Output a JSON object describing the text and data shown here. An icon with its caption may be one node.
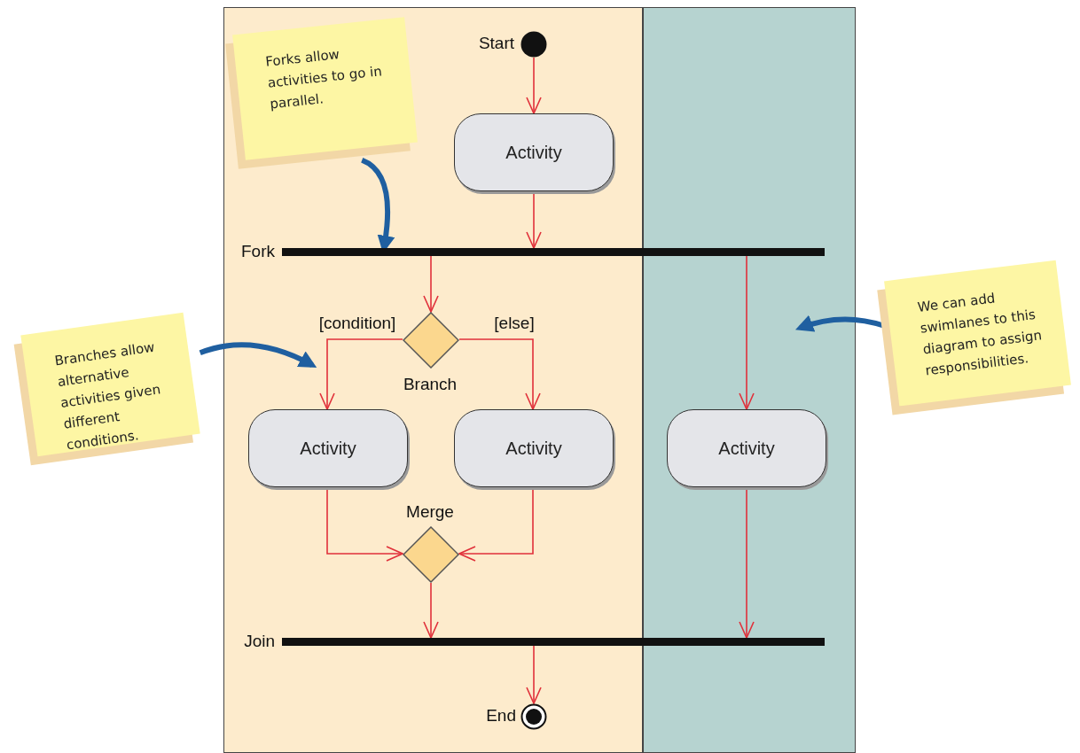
{
  "diagram": {
    "nodes": [
      {
        "text": [],
        "shape": "box"
      },
      {
        "text": [],
        "shape": "box"
      },
      {
        "text": [],
        "shape": "circle",
        "beside": [
          "Start"
        ],
        "in": 0
      },
      {
        "text": [
          "Activity"
        ],
        "in": 0
      },
      {
        "text": [],
        "shape": "bar",
        "beside": [
          "Fork"
        ]
      },
      {
        "text": [],
        "shape": "diamond",
        "beside": [
          "Branch"
        ],
        "in": 0
      },
      {
        "text": [
          "Activity"
        ],
        "in": 0
      },
      {
        "text": [
          "Activity"
        ],
        "in": 0
      },
      {
        "text": [
          "Activity"
        ],
        "in": 1
      },
      {
        "text": [],
        "shape": "diamond",
        "beside": [
          "Merge"
        ],
        "in": 0
      },
      {
        "text": [],
        "shape": "bar",
        "beside": [
          "Join"
        ]
      },
      {
        "text": [],
        "shape": "circle",
        "beside": [
          "End"
        ],
        "in": 0
      },
      {
        "text": [
          "Forks allow activities to go in parallel."
        ],
        "in": 0
      },
      {
        "text": [
          "Branches allow alternative activities given different conditions."
        ]
      },
      {
        "text": [
          "We can add swimlanes to this diagram to assign responsibilities."
        ]
      }
    ],
    "edges": [
      {
        "from": 2,
        "to": 3,
        "arrow": "to"
      },
      {
        "from": 3,
        "to": 4,
        "arrow": "to"
      },
      {
        "from": 4,
        "to": 5,
        "arrow": "to"
      },
      {
        "from": 4,
        "to": 8,
        "arrow": "to"
      },
      {
        "from": 5,
        "to": 6,
        "arrow": "to",
        "label": "[condition]"
      },
      {
        "from": 5,
        "to": 7,
        "arrow": "to",
        "label": "[else]"
      },
      {
        "from": 6,
        "to": 9,
        "arrow": "to"
      },
      {
        "from": 7,
        "to": 9,
        "arrow": "to"
      },
      {
        "from": 9,
        "to": 10,
        "arrow": "to"
      },
      {
        "from": 8,
        "to": 10,
        "arrow": "to"
      },
      {
        "from": 10,
        "to": 11,
        "arrow": "to"
      },
      {
        "from": 12,
        "to": 4,
        "arrow": "to",
        "style": "thick",
        "color": "#1f5fa0"
      },
      {
        "from": 13,
        "to": null,
        "arrow": "to",
        "style": "thick",
        "color": "#1f5fa0"
      },
      {
        "from": 14,
        "to": 1,
        "arrow": "to",
        "style": "thick",
        "color": "#1f5fa0"
      }
    ]
  }
}
